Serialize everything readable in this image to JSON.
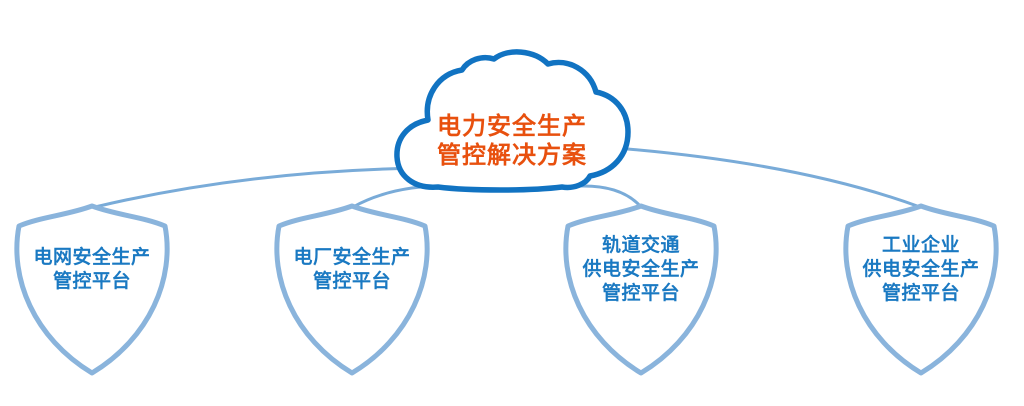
{
  "title": {
    "lines": [
      "电力安全生产",
      "管控解决方案"
    ]
  },
  "platforms": [
    {
      "lines": [
        "电网安全生产",
        "管控平台",
        ""
      ]
    },
    {
      "lines": [
        "电厂安全生产",
        "管控平台",
        ""
      ]
    },
    {
      "lines": [
        "轨道交通",
        "供电安全生产",
        "管控平台"
      ]
    },
    {
      "lines": [
        "工业企业",
        "供电安全生产",
        "管控平台"
      ]
    }
  ],
  "colors": {
    "background": "#ffffff",
    "cloud_stroke": "#1173c2",
    "cloud_title": "#e8500e",
    "shield_stroke": "#8ab4dc",
    "shield_text": "#1a79c2",
    "connector": "#79abd8"
  }
}
